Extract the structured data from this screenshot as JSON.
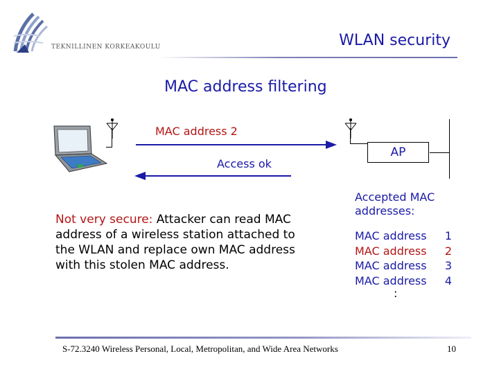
{
  "header": {
    "institution": "TEKNILLINEN KORKEAKOULU",
    "title": "WLAN security"
  },
  "slide": {
    "title": "MAC address filtering"
  },
  "diagram": {
    "request_label": "MAC address 2",
    "response_label": "Access ok",
    "access_point_label": "AP",
    "accepted_heading": "Accepted MAC addresses:",
    "accepted_list": [
      {
        "label": "MAC address",
        "number": "1"
      },
      {
        "label": "MAC address",
        "number": "2"
      },
      {
        "label": "MAC address",
        "number": "3"
      },
      {
        "label": "MAC address",
        "number": "4"
      }
    ],
    "list_continuation": ":",
    "colors": {
      "blue": "#1a1aa6",
      "red": "#b41414"
    }
  },
  "note": {
    "warning": "Not very secure:",
    "text": " Attacker can read MAC address of a wireless station attached to the WLAN and replace own MAC address with this stolen MAC address."
  },
  "footer": {
    "course": "S-72.3240 Wireless Personal, Local, Metropolitan, and Wide Area Networks",
    "page": "10"
  }
}
